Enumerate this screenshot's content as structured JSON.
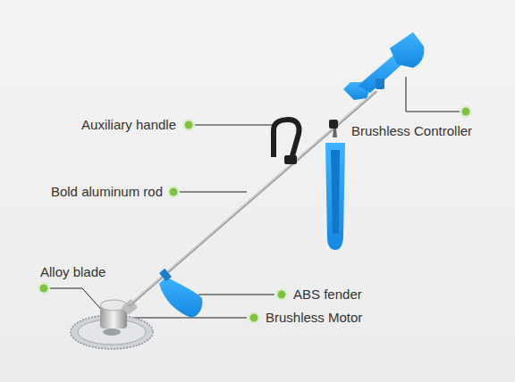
{
  "diagram": {
    "labels": [
      "Auxiliary handle",
      "Bold aluminum rod",
      "Alloy blade",
      "ABS fender",
      "Brushless Motor",
      "Brushless Controller"
    ]
  }
}
